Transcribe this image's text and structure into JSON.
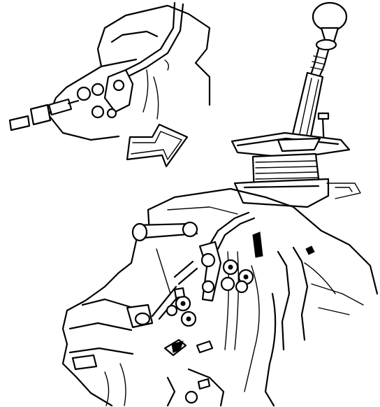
{
  "figure": {
    "parts": [
      "inset-shift-linkage",
      "direction-arrow",
      "shift-knob",
      "shift-lever",
      "shift-boot",
      "boot-retainer-plate",
      "transmission-case",
      "shift-rod",
      "shift-levers",
      "linkage-fasteners",
      "mounting-bolt"
    ],
    "colors": {
      "ink": "#000000",
      "paper": "#ffffff"
    }
  }
}
